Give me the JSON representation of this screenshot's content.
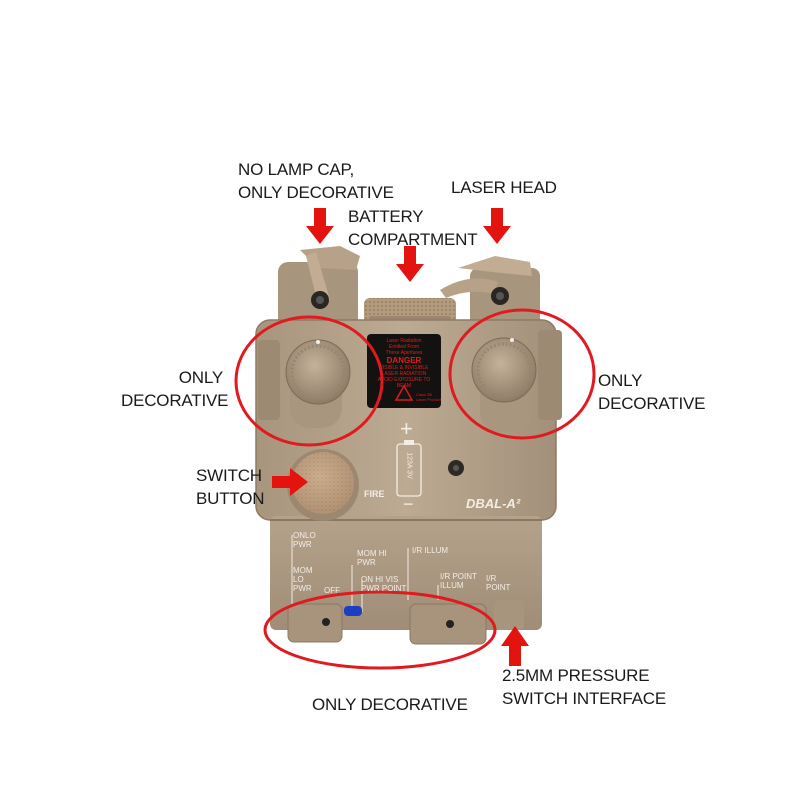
{
  "labels": {
    "lamp_cap": [
      "NO LAMP CAP,",
      "ONLY DECORATIVE"
    ],
    "laser_head": "LASER HEAD",
    "battery": [
      "BATTERY",
      "COMPARTMENT"
    ],
    "left_knob": [
      "ONLY",
      "DECORATIVE"
    ],
    "right_knob": [
      "ONLY",
      "DECORATIVE"
    ],
    "switch_button": [
      "SWITCH",
      "BUTTON"
    ],
    "bottom": "ONLY DECORATIVE",
    "pressure_switch": [
      "2.5MM PRESSURE",
      "SWITCH INTERFACE"
    ]
  },
  "device": {
    "warning_label": [
      "Laser Radiation",
      "Emitted From",
      "These Apertures",
      "DANGER",
      "VISIBLE & INVISIBLE",
      "LASER RADIATION",
      "AVOID EXPOSURE TO",
      "BEAM",
      "Class 3B",
      "Laser Product"
    ],
    "battery_plus": "+",
    "battery_minus": "−",
    "battery_text": [
      "123A",
      "3V"
    ],
    "fire": "FIRE",
    "model": "DBAL-A²",
    "modes": {
      "onlo_pwr": [
        "ONLO",
        "PWR"
      ],
      "mom_lo_pwr": [
        "MOM",
        "LO",
        "PWR"
      ],
      "mom_hi_pwr": [
        "MOM HI",
        "PWR"
      ],
      "on_hi_vis": [
        "ON HI VIS",
        "PWR POINT"
      ],
      "ir_illum": "I/R ILLUM",
      "ir_point_illum": [
        "I/R POINT",
        "ILLUM"
      ],
      "ir_point": [
        "I/R",
        "POINT"
      ],
      "off": "OFF"
    }
  },
  "colors": {
    "arrow": "#e3130f",
    "circle": "#e01a1f",
    "tan": "#b9a68f",
    "tan_dark": "#8a7866"
  }
}
